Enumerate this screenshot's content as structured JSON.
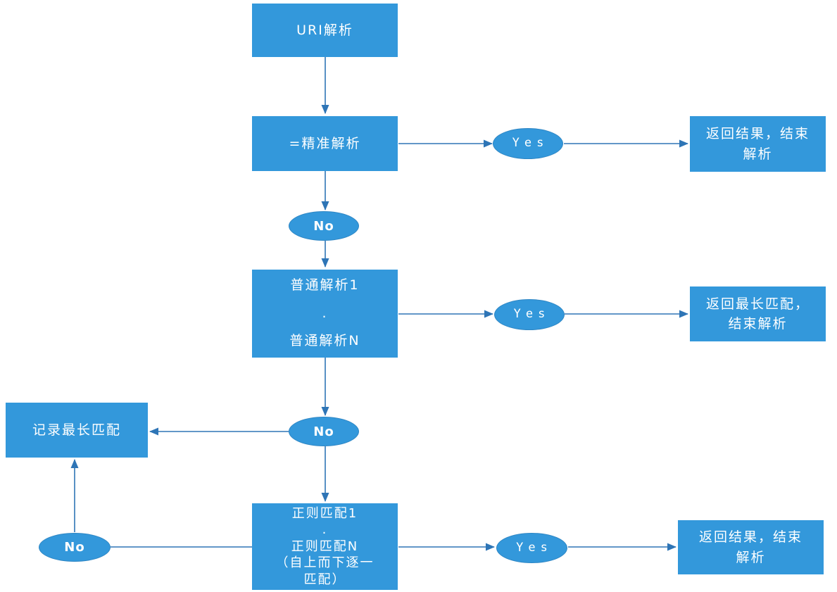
{
  "diagram_type": "flowchart",
  "colors": {
    "node_fill": "#3398DB",
    "node_text": "#FFFFFF",
    "ellipse_border": "#2E86C4",
    "connector": "#2E75B6",
    "background": "#FFFFFF"
  },
  "nodes": {
    "uri_parse": {
      "lines": [
        "URI解析"
      ]
    },
    "exact_parse": {
      "lines": [
        "=精准解析"
      ]
    },
    "return_result_top": {
      "lines": [
        "返回结果，结束",
        "解析"
      ]
    },
    "normal_parse": {
      "lines": [
        "普通解析1",
        ".",
        "普通解析N"
      ]
    },
    "return_longest_match": {
      "lines": [
        "返回最长匹配，",
        "结束解析"
      ]
    },
    "record_longest_match": {
      "lines": [
        "记录最长匹配"
      ]
    },
    "regex_match": {
      "lines": [
        "正则匹配1",
        ".",
        "正则匹配N",
        "（自上而下逐一",
        "匹配）"
      ]
    },
    "return_result_bottom": {
      "lines": [
        "返回结果，结束",
        "解析"
      ]
    }
  },
  "decisions": {
    "yes_exact": "Yes",
    "no_exact": "No",
    "yes_normal": "Yes",
    "no_normal": "No",
    "no_regex": "No",
    "yes_regex": "Yes"
  }
}
